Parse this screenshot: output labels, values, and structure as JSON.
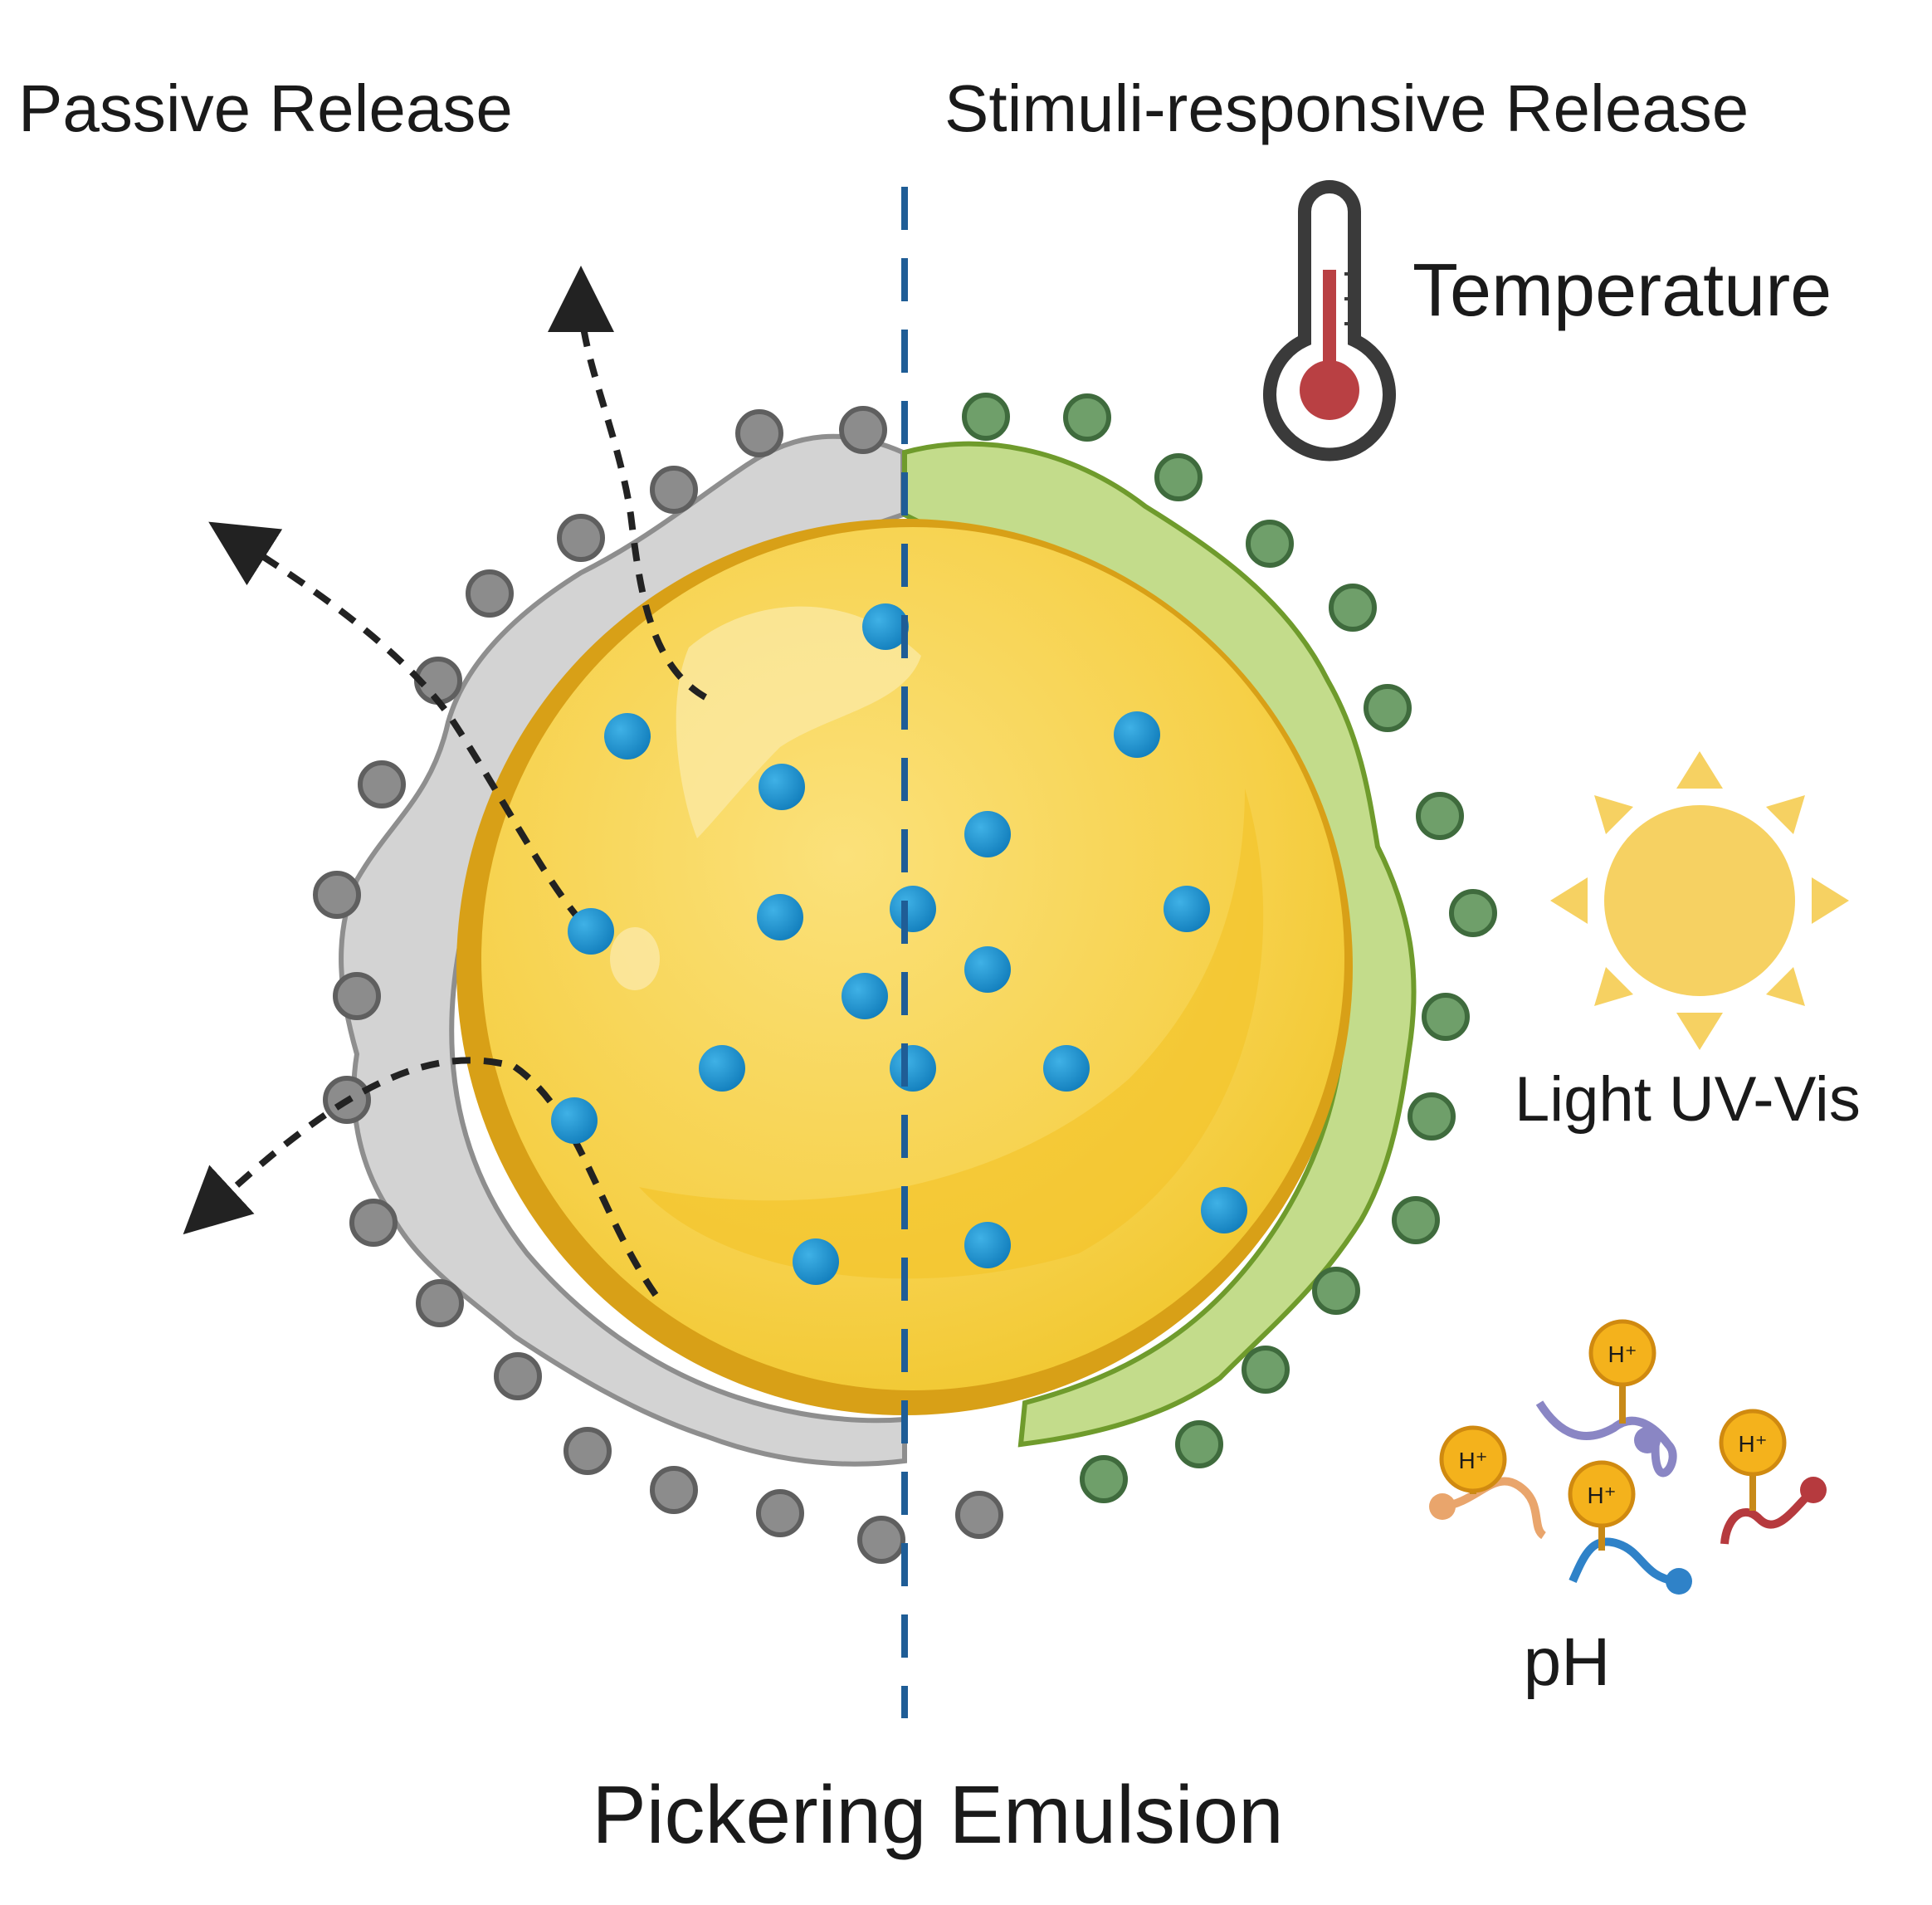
{
  "labels": {
    "passive": "Passive Release",
    "stimuli": "Stimuli-responsive Release",
    "temperature": "Temperature",
    "light": "Light UV-Vis",
    "ph": "pH",
    "proton": "H⁺",
    "title": "Pickering Emulsion"
  },
  "colors": {
    "droplet": "#f7d24a",
    "droplet_rim": "#d99e12",
    "payload": "#1a8fce",
    "passive_particle": "#d2d2d2",
    "passive_ball": "#8a8a8a",
    "responsive_particle": "#c2dc8a",
    "responsive_ball": "#6fa36f",
    "divider": "#1f5d96",
    "sun": "#f6d162",
    "thermo_red": "#b94043"
  },
  "icons": [
    "thermometer-icon",
    "sun-icon",
    "ph-molecule-icon",
    "release-arrow-icon"
  ]
}
